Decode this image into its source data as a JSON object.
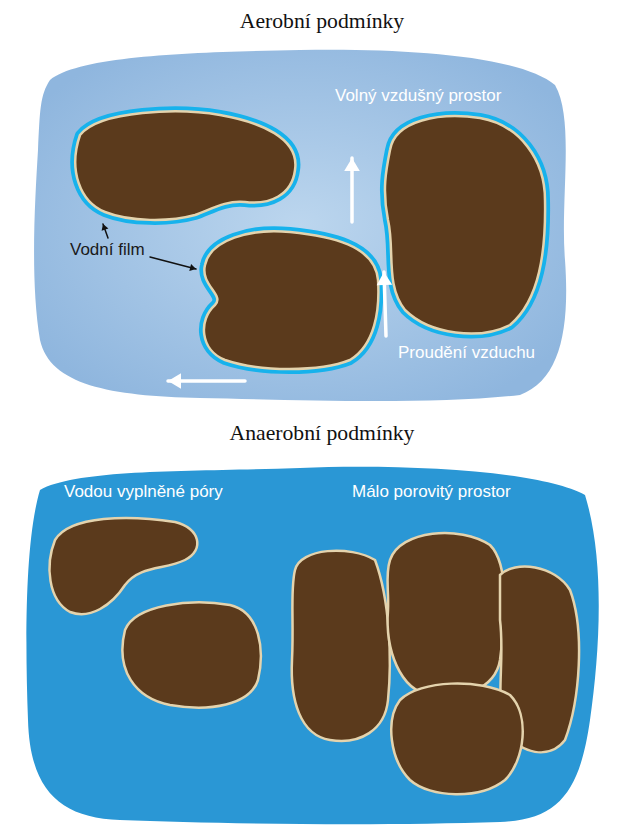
{
  "diagram": {
    "nodes": [
      {
        "text": [
          "Aerobní podmínky",
          "Volný vzdušný prostor",
          "Vodní film",
          "Proudění vzduchu"
        ]
      },
      {
        "text": [
          "Anaerobní podmínky",
          "Vodou vyplněné póry",
          "Málo porovitý prostor"
        ]
      }
    ]
  }
}
